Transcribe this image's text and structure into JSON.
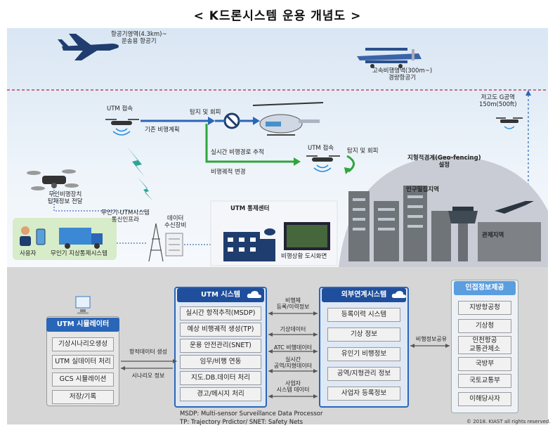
{
  "title": "< K드론시스템 운용 개념도 >",
  "sky": {
    "plane_label": "항공기영역(4.3km)~\n운송용 항공기",
    "biplane_label": "고속비행영역(300m~)\n경량항공기",
    "altitude_label": "저고도 G공역\n150m(500ft)",
    "utm_connect_1": "UTM 접속",
    "existing_plan": "기존 비행계획",
    "detect_avoid_1": "탐지 및 회피",
    "realtime_track": "실시간 비행경로 추적",
    "path_change": "비행궤적 변경",
    "utm_connect_2": "UTM 접속",
    "detect_avoid_2": "탐지 및 회피",
    "geofence": "지형적경계(Geo-fencing)\n설정",
    "dense_area": "인구밀집지역",
    "control_area": "관제지역",
    "drone_info": "무인비행장치\n탑재정보 전달",
    "comm_infra": "무인기-UTM시스템\n통신인프라",
    "data_receiver": "데이터\n수신장비",
    "utm_center": "UTM 통제센터",
    "city_screen": "비행상황 도시화면",
    "user": "사용자",
    "ground_control": "무인기 지상통제시스템"
  },
  "utm_simulator": {
    "header": "UTM 시뮬레이터",
    "items": [
      "기상시나리오생성",
      "UTM 실데이터 처리",
      "GCS 시뮬레이션",
      "저장/기록"
    ]
  },
  "utm_system": {
    "header": "UTM 시스템",
    "items": [
      "실시간 항적추적(MSDP)",
      "예상 비행궤적 생성(TP)",
      "운용 안전관리(SNET)",
      "임무/비행 연동",
      "지도.DB.데이터 처리",
      "경고/메시지 처리"
    ]
  },
  "external_system": {
    "header": "외부연계시스템",
    "items": [
      "등록이력 시스템",
      "기상 정보",
      "유인기 비행정보",
      "공역/지형관리 정보",
      "사업자 등록정보"
    ]
  },
  "info_provider": {
    "header": "인접정보제공",
    "items": [
      "지방항공청",
      "기상청",
      "인천항공\n교통관제소",
      "국방부",
      "국토교통부",
      "이해당사자"
    ]
  },
  "arrows": {
    "track_data_gen": "항적데이터 생성",
    "scenario_info": "시나리오 정보",
    "flight_reg": "비행체\n등록/이력정보",
    "weather_data": "기상데이터",
    "atc_data": "ATC 비행데이터",
    "realtime_airspace": "실시간\n공역/지형데이터",
    "operator_data": "사업자\n시스템 데이터",
    "flight_info_share": "비행정보공유"
  },
  "notes": {
    "line1": "MSDP: Multi-sensor Surveillance Data Processor",
    "line2": "TP: Trajectory Prdictor/ SNET: Safety Nets",
    "copyright": "© 2018. KIAST all rights reserved."
  },
  "colors": {
    "utm_blue": "#1f4f9c",
    "panel_blue": "#2a66b8",
    "green_arrow": "#31a53c",
    "red_dash": "#b4233c"
  }
}
